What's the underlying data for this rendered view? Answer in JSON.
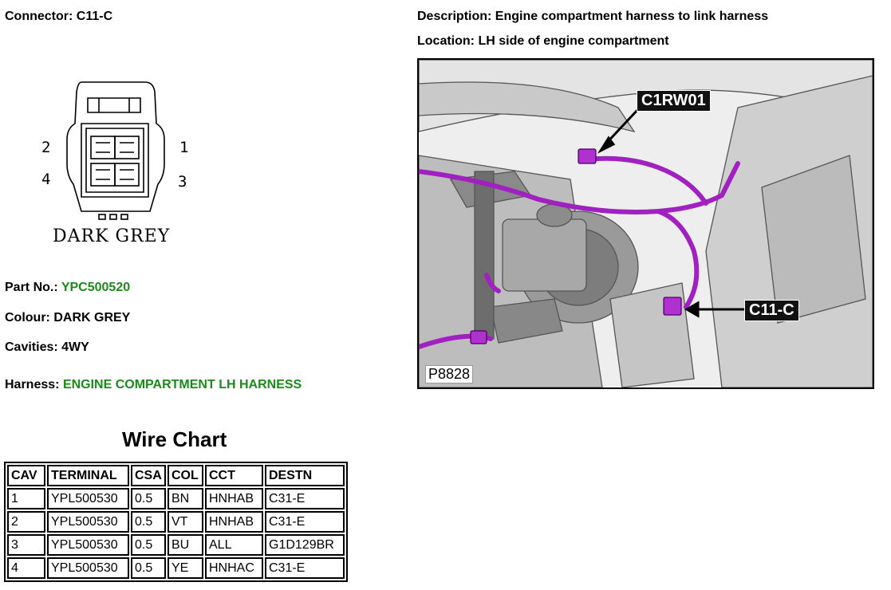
{
  "connector": {
    "label": "Connector:",
    "value": "C11-C"
  },
  "description": {
    "label": "Description:",
    "value": "Engine compartment harness to link harness"
  },
  "location": {
    "label": "Location:",
    "value": "LH side of engine compartment"
  },
  "diagram": {
    "pins": [
      "1",
      "2",
      "3",
      "4"
    ],
    "name": "DARK GREY"
  },
  "part_no": {
    "label": "Part No.:",
    "value": "YPC500520"
  },
  "colour": {
    "label": "Colour:",
    "value": "DARK GREY"
  },
  "cavities": {
    "label": "Cavities:",
    "value": "4WY"
  },
  "harness": {
    "label": "Harness:",
    "value": "ENGINE COMPARTMENT LH HARNESS"
  },
  "wire_chart": {
    "title": "Wire Chart",
    "headers": [
      "CAV",
      "TERMINAL",
      "CSA",
      "COL",
      "CCT",
      "DESTN"
    ],
    "rows": [
      [
        "1",
        "YPL500530",
        "0.5",
        "BN",
        "HNHAB",
        "C31-E"
      ],
      [
        "2",
        "YPL500530",
        "0.5",
        "VT",
        "HNHAB",
        "C31-E"
      ],
      [
        "3",
        "YPL500530",
        "0.5",
        "BU",
        "ALL",
        "G1D129BR"
      ],
      [
        "4",
        "YPL500530",
        "0.5",
        "YE",
        "HNHAC",
        "C31-E"
      ]
    ]
  },
  "photo": {
    "callout_top": "C1RW01",
    "callout_bottom": "C11-C",
    "figure_id": "P8828"
  },
  "colors": {
    "link_green": "#1a8a1a",
    "harness_purple": "#a020c0"
  }
}
